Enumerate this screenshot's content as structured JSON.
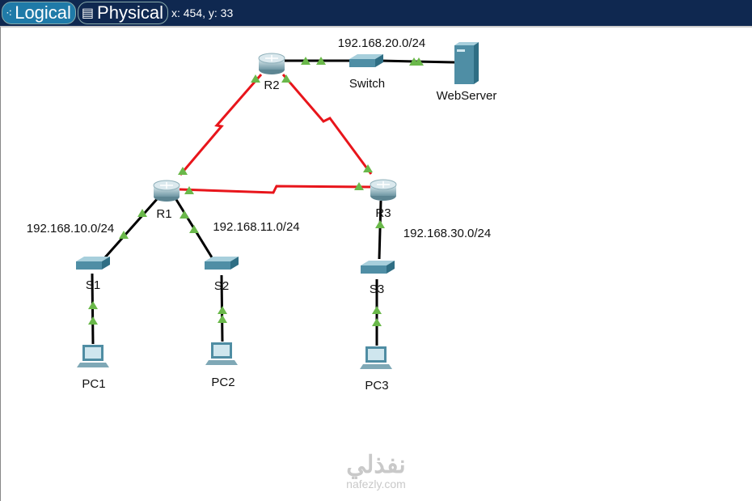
{
  "toolbar": {
    "logical_label": "Logical",
    "physical_label": "Physical",
    "coords": "x: 454, y: 33"
  },
  "devices": {
    "r1": "R1",
    "r2": "R2",
    "r3": "R3",
    "switch": "Switch",
    "webserver": "WebServer",
    "s1": "S1",
    "s2": "S2",
    "s3": "S3",
    "pc1": "PC1",
    "pc2": "PC2",
    "pc3": "PC3"
  },
  "networks": {
    "n20": "192.168.20.0/24",
    "n10": "192.168.10.0/24",
    "n11": "192.168.11.0/24",
    "n30": "192.168.30.0/24"
  },
  "watermark": {
    "arabic": "نفذلي",
    "latin": "nafezly.com"
  },
  "colors": {
    "serial_link": "#e8151b",
    "ethernet_link": "#000000",
    "link_up": "#6ab84a",
    "bar": "#0f2850"
  }
}
